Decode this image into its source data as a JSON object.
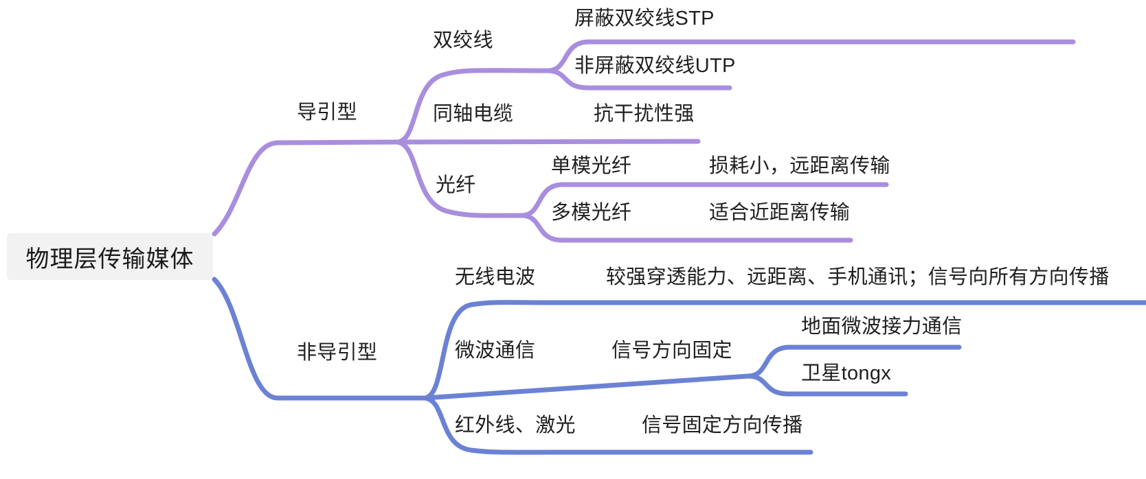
{
  "diagram": {
    "type": "mindmap",
    "title": "物理层传输媒体",
    "colors": {
      "branch_guided": "#a98ede",
      "branch_unguided": "#6b82d4",
      "root_background": "#f2f2f2",
      "text": "#1f1f1f",
      "canvas": "#ffffff"
    }
  },
  "root": {
    "label": "物理层传输媒体"
  },
  "branches": {
    "guided": {
      "label": "导引型",
      "color": "#a98ede",
      "children": {
        "twisted_pair": {
          "label": "双绞线",
          "children": [
            {
              "label": "屏蔽双绞线STP"
            },
            {
              "label": "非屏蔽双绞线UTP"
            }
          ]
        },
        "coaxial": {
          "label": "同轴电缆",
          "children": [
            {
              "label": "抗干扰性强"
            }
          ]
        },
        "fiber": {
          "label": "光纤",
          "children": [
            {
              "label": "单模光纤",
              "desc": "损耗小，远距离传输"
            },
            {
              "label": "多模光纤",
              "desc": "适合近距离传输"
            }
          ]
        }
      }
    },
    "unguided": {
      "label": "非导引型",
      "color": "#6b82d4",
      "children": {
        "radio": {
          "label": "无线电波",
          "desc": "较强穿透能力、远距离、手机通讯；信号向所有方向传播"
        },
        "microwave": {
          "label": "微波通信",
          "desc": "信号方向固定",
          "children": [
            {
              "label": "地面微波接力通信"
            },
            {
              "label": "卫星tongx"
            }
          ]
        },
        "infrared_laser": {
          "label": "红外线、激光",
          "desc": "信号固定方向传播"
        }
      }
    }
  }
}
